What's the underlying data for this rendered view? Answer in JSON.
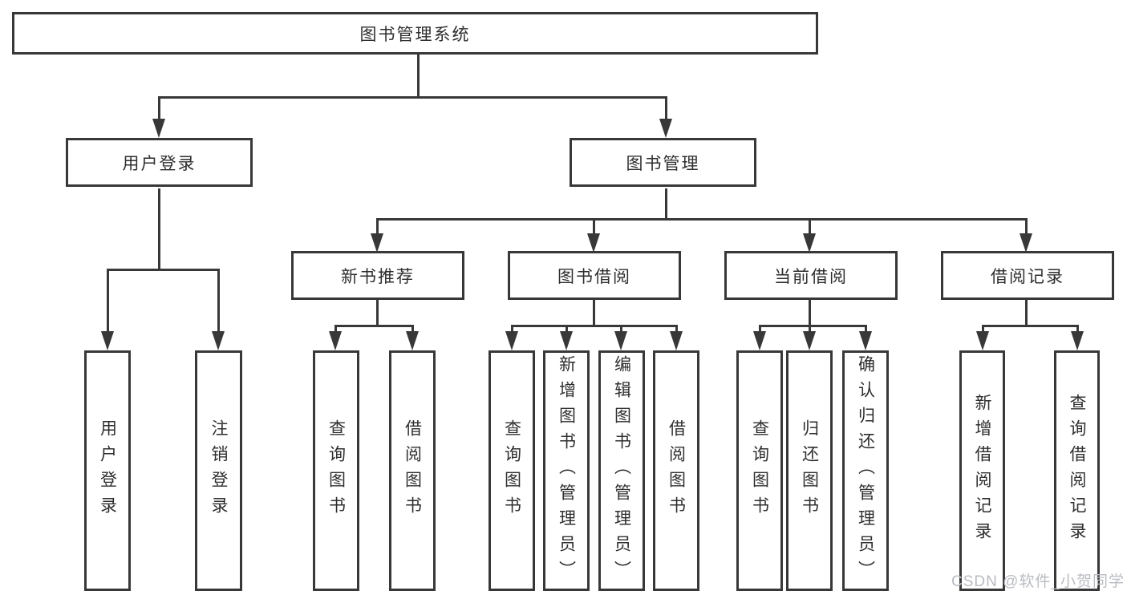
{
  "diagram": {
    "type": "tree",
    "title": "图书管理系统"
  },
  "nodes": [
    {
      "id": "root",
      "label": "图书管理系统",
      "level": 1,
      "parent": null
    },
    {
      "id": "user-login",
      "label": "用户登录",
      "level": 2,
      "parent": "root"
    },
    {
      "id": "book-mgmt",
      "label": "图书管理",
      "level": 2,
      "parent": "root"
    },
    {
      "id": "new-book-rec",
      "label": "新书推荐",
      "level": 3,
      "parent": "book-mgmt"
    },
    {
      "id": "book-borrow",
      "label": "图书借阅",
      "level": 3,
      "parent": "book-mgmt"
    },
    {
      "id": "current-borrow",
      "label": "当前借阅",
      "level": 3,
      "parent": "book-mgmt"
    },
    {
      "id": "borrow-records",
      "label": "借阅记录",
      "level": 3,
      "parent": "book-mgmt"
    },
    {
      "id": "leaf-user-login",
      "label": "用户登录",
      "level": 4,
      "parent": "user-login"
    },
    {
      "id": "leaf-logout",
      "label": "注销登录",
      "level": 4,
      "parent": "user-login"
    },
    {
      "id": "leaf-query-book-1",
      "label": "查询图书",
      "level": 4,
      "parent": "new-book-rec"
    },
    {
      "id": "leaf-borrow-book-1",
      "label": "借阅图书",
      "level": 4,
      "parent": "new-book-rec"
    },
    {
      "id": "leaf-query-book-2",
      "label": "查询图书",
      "level": 4,
      "parent": "book-borrow"
    },
    {
      "id": "leaf-add-book",
      "label": "新增图书（管理员）",
      "level": 4,
      "parent": "book-borrow"
    },
    {
      "id": "leaf-edit-book",
      "label": "编辑图书（管理员）",
      "level": 4,
      "parent": "book-borrow"
    },
    {
      "id": "leaf-borrow-book-2",
      "label": "借阅图书",
      "level": 4,
      "parent": "book-borrow"
    },
    {
      "id": "leaf-query-book-3",
      "label": "查询图书",
      "level": 4,
      "parent": "current-borrow"
    },
    {
      "id": "leaf-return-book",
      "label": "归还图书",
      "level": 4,
      "parent": "current-borrow"
    },
    {
      "id": "leaf-confirm-return",
      "label": "确认归还（管理员）",
      "level": 4,
      "parent": "current-borrow"
    },
    {
      "id": "leaf-add-borrow-record",
      "label": "新增借阅记录",
      "level": 4,
      "parent": "borrow-records"
    },
    {
      "id": "leaf-query-borrow-record",
      "label": "查询借阅记录",
      "level": 4,
      "parent": "borrow-records"
    }
  ],
  "watermark": {
    "text": "CSDN @软件_小贺同学"
  },
  "colors": {
    "line": "#383838",
    "box_border": "#383838",
    "box_fill": "#ffffff",
    "text": "#2e2e2e",
    "watermark": "#b9bcc2",
    "background": "#ffffff"
  }
}
